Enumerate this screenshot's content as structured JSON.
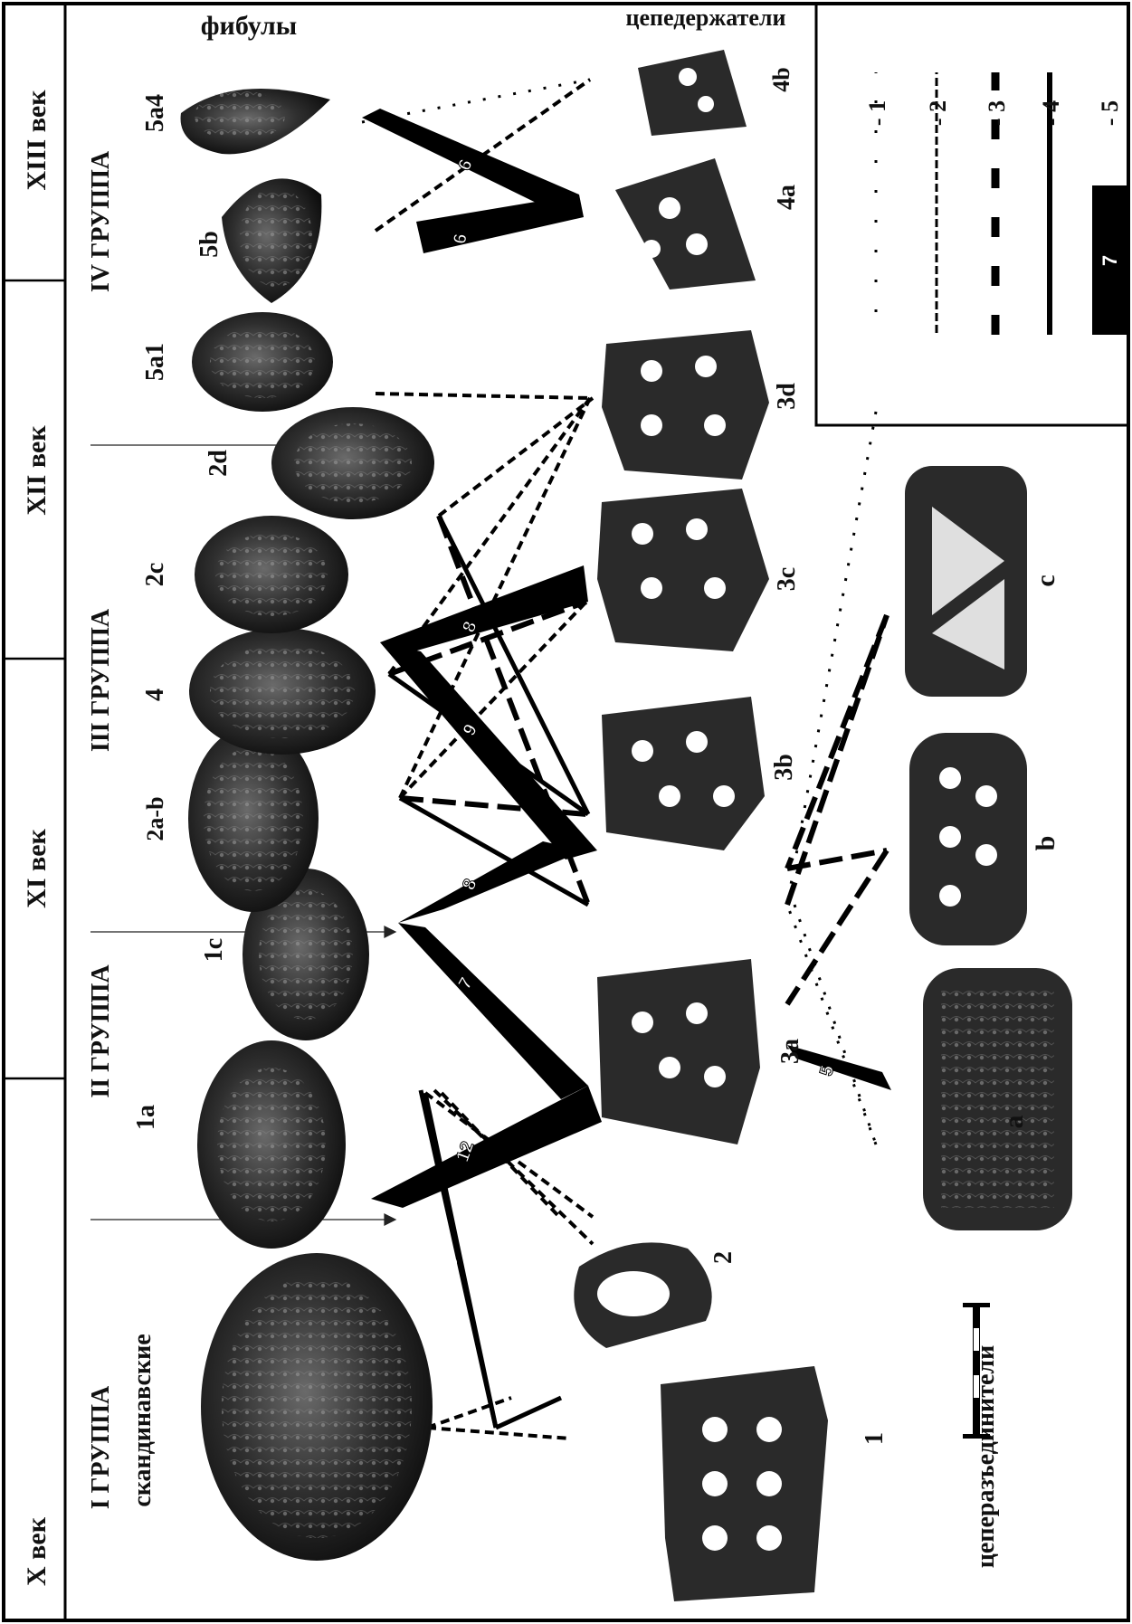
{
  "header_row": {
    "centuries": [
      "X век",
      "XI век",
      "XII век",
      "XIII век"
    ],
    "groups": [
      "I ГРУППА",
      "II ГРУППА",
      "III ГРУППА",
      "IV ГРУППА"
    ],
    "subgroup_label": "скандинавские"
  },
  "section_labels": {
    "fibulae": "фибулы",
    "chain_holders": "цепедержатели",
    "chain_separators": "цеперазъединители"
  },
  "fibulae": [
    {
      "id": "f-scand",
      "label": ""
    },
    {
      "id": "f-1a",
      "label": "1a"
    },
    {
      "id": "f-1c",
      "label": "1c"
    },
    {
      "id": "f-2a-b",
      "label": "2a-b"
    },
    {
      "id": "f-4",
      "label": "4"
    },
    {
      "id": "f-2c",
      "label": "2c"
    },
    {
      "id": "f-2d",
      "label": "2d"
    },
    {
      "id": "f-5a1",
      "label": "5a1"
    },
    {
      "id": "f-5b",
      "label": "5b"
    },
    {
      "id": "f-5a4",
      "label": "5a4"
    }
  ],
  "holders": [
    {
      "id": "h-1",
      "label": "1"
    },
    {
      "id": "h-2",
      "label": "2"
    },
    {
      "id": "h-3a",
      "label": "3a"
    },
    {
      "id": "h-3b",
      "label": "3b"
    },
    {
      "id": "h-3c",
      "label": "3c"
    },
    {
      "id": "h-3d",
      "label": "3d"
    },
    {
      "id": "h-4a",
      "label": "4a"
    },
    {
      "id": "h-4b",
      "label": "4b"
    }
  ],
  "separators": [
    {
      "id": "s-a",
      "label": "a"
    },
    {
      "id": "s-b",
      "label": "b"
    },
    {
      "id": "s-c",
      "label": "c"
    }
  ],
  "connection_weights": [
    "12",
    "7",
    "8",
    "9",
    "8",
    "6",
    "6",
    "5"
  ],
  "legend": {
    "entries": [
      {
        "style": "dotted",
        "label": "- 1"
      },
      {
        "style": "dashed-fine",
        "label": "- 2"
      },
      {
        "style": "dashed-bold",
        "label": "- 3"
      },
      {
        "style": "solid",
        "label": "- 4"
      },
      {
        "style": "band",
        "label": "- 5",
        "value": "7"
      }
    ]
  }
}
